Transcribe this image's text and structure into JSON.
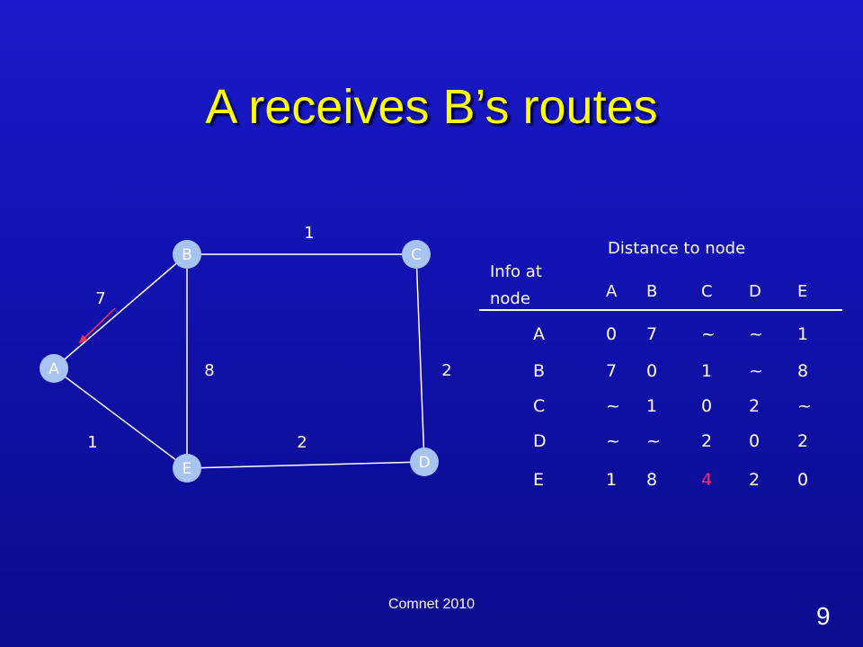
{
  "title": "A receives B’s routes",
  "footer": "Comnet 2010",
  "slide_number": "9",
  "colors": {
    "background": "#1414b4",
    "title": "#ffff00",
    "node_fill": "#a7c3ef",
    "edge": "#ffffff",
    "arrow": "#ff3344",
    "highlight": "#ff2277"
  },
  "graph": {
    "nodes": [
      {
        "id": "A",
        "label": "A"
      },
      {
        "id": "B",
        "label": "B"
      },
      {
        "id": "C",
        "label": "C"
      },
      {
        "id": "D",
        "label": "D"
      },
      {
        "id": "E",
        "label": "E"
      }
    ],
    "edges": [
      {
        "from": "A",
        "to": "B",
        "weight": "7"
      },
      {
        "from": "B",
        "to": "C",
        "weight": "1"
      },
      {
        "from": "C",
        "to": "D",
        "weight": "2"
      },
      {
        "from": "B",
        "to": "E",
        "weight": "8"
      },
      {
        "from": "E",
        "to": "D",
        "weight": "2"
      },
      {
        "from": "A",
        "to": "E",
        "weight": "1"
      }
    ],
    "message_arrow": {
      "from": "B",
      "to": "A"
    }
  },
  "table": {
    "header_title": "Distance to node",
    "row_header": "Info at node",
    "columns": [
      "A",
      "B",
      "C",
      "D",
      "E"
    ],
    "rows": [
      {
        "node": "A",
        "values": [
          "0",
          "7",
          "~",
          "~",
          "1"
        ]
      },
      {
        "node": "B",
        "values": [
          "7",
          "0",
          "1",
          "~",
          "8"
        ]
      },
      {
        "node": "C",
        "values": [
          "~",
          "1",
          "0",
          "2",
          "~"
        ]
      },
      {
        "node": "D",
        "values": [
          "~",
          "~",
          "2",
          "0",
          "2"
        ]
      },
      {
        "node": "E",
        "values": [
          "1",
          "8",
          "4",
          "2",
          "0"
        ]
      }
    ],
    "highlighted_cell": {
      "row": "E",
      "column": "C"
    }
  }
}
